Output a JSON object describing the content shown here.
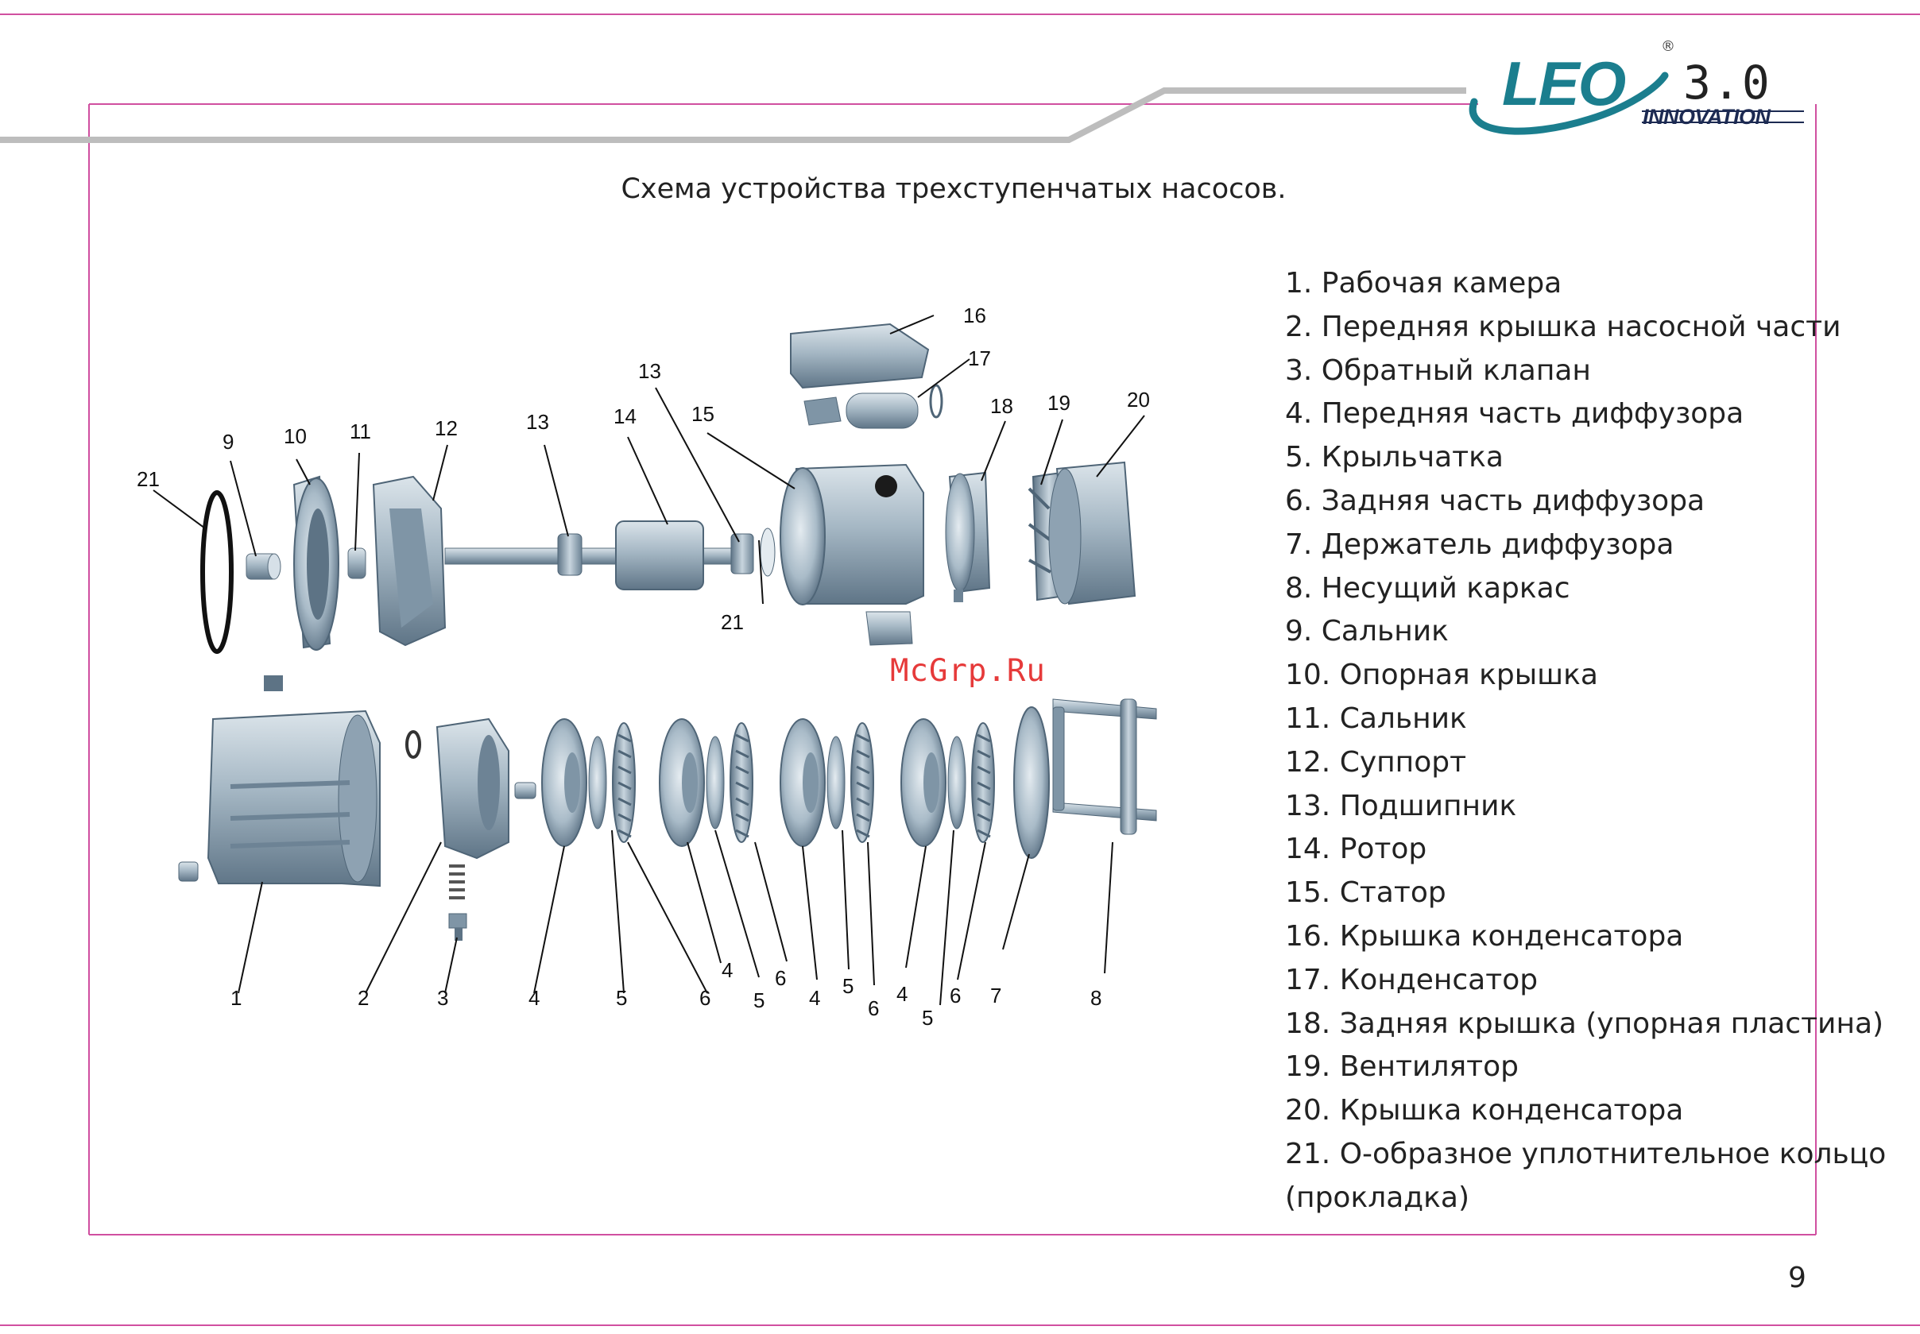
{
  "header": {
    "logo_text": "LEO",
    "version_text": "3.0",
    "tagline": "INNOVATION",
    "registered_mark": "®"
  },
  "title": "Схема устройства трехступенчатых насосов.",
  "watermark": "McGrp.Ru",
  "page_number": "9",
  "legend": [
    "1. Рабочая камера",
    "2. Передняя крышка насосной части",
    "3. Обратный клапан",
    "4. Передняя часть диффузора",
    "5. Крыльчатка",
    "6. Задняя часть диффузора",
    "7. Держатель диффузора",
    "8. Несущий каркас",
    "9. Сальник",
    "10. Опорная крышка",
    "11. Сальник",
    "12. Суппорт",
    "13. Подшипник",
    "14. Ротор",
    "15. Статор",
    "16. Крышка конденсатора",
    "17. Конденсатор",
    "18. Задняя крышка (упорная пластина)",
    "19. Вентилятор",
    "20. Крышка конденсатора",
    "21. О-образное уплотнительное кольцо",
    "(прокладка)"
  ],
  "callouts": {
    "c21a": "21",
    "c9": "9",
    "c10": "10",
    "c11": "11",
    "c12": "12",
    "c13a": "13",
    "c13b": "13",
    "c14": "14",
    "c15": "15",
    "c21b": "21",
    "c16": "16",
    "c17": "17",
    "c18": "18",
    "c19": "19",
    "c20": "20",
    "c1": "1",
    "c2": "2",
    "c3": "3",
    "c4a": "4",
    "c5a": "5",
    "c6a": "6",
    "c4b": "4",
    "c5b": "5",
    "c6b": "6",
    "c4c": "4",
    "c5c": "5",
    "c6c": "6",
    "c4d": "4",
    "c5d": "5",
    "c6d": "6",
    "c7": "7",
    "c8": "8"
  },
  "colors": {
    "frame_line": "#d04fa0",
    "header_line": "#bdbdbd",
    "part_fill": "#a6b8c5",
    "part_dark": "#61788a",
    "part_light": "#d6e0e8",
    "watermark": "#e63a3a",
    "brand": "#1b7e8e"
  }
}
